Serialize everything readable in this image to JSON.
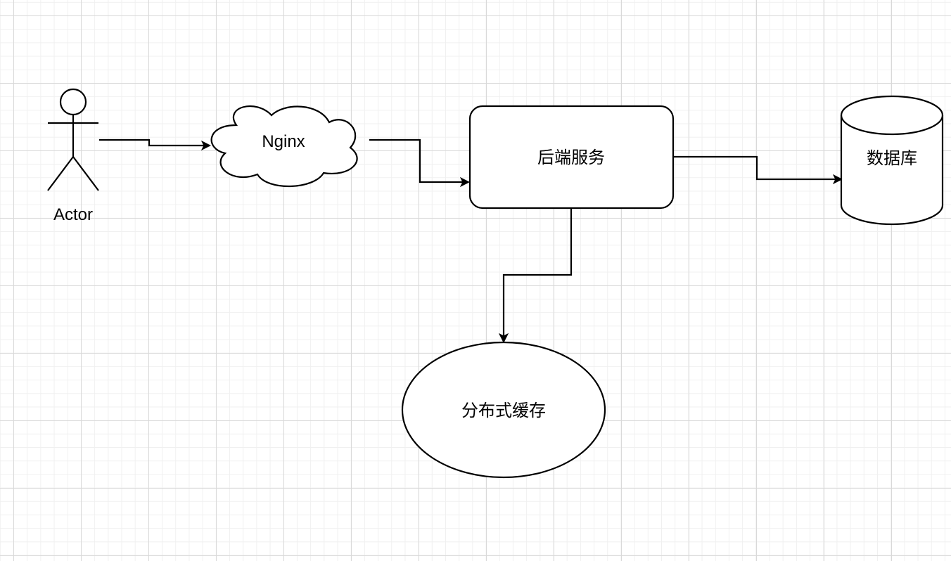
{
  "diagram": {
    "nodes": {
      "actor": {
        "label": "Actor",
        "shape": "stick-figure-icon"
      },
      "nginx": {
        "label": "Nginx",
        "shape": "cloud"
      },
      "backend": {
        "label": "后端服务",
        "shape": "rounded-rectangle"
      },
      "database": {
        "label": "数据库",
        "shape": "cylinder"
      },
      "cache": {
        "label": "分布式缓存",
        "shape": "ellipse"
      }
    },
    "edges": [
      {
        "from": "actor",
        "to": "nginx"
      },
      {
        "from": "nginx",
        "to": "backend"
      },
      {
        "from": "backend",
        "to": "database"
      },
      {
        "from": "backend",
        "to": "cache"
      }
    ]
  }
}
